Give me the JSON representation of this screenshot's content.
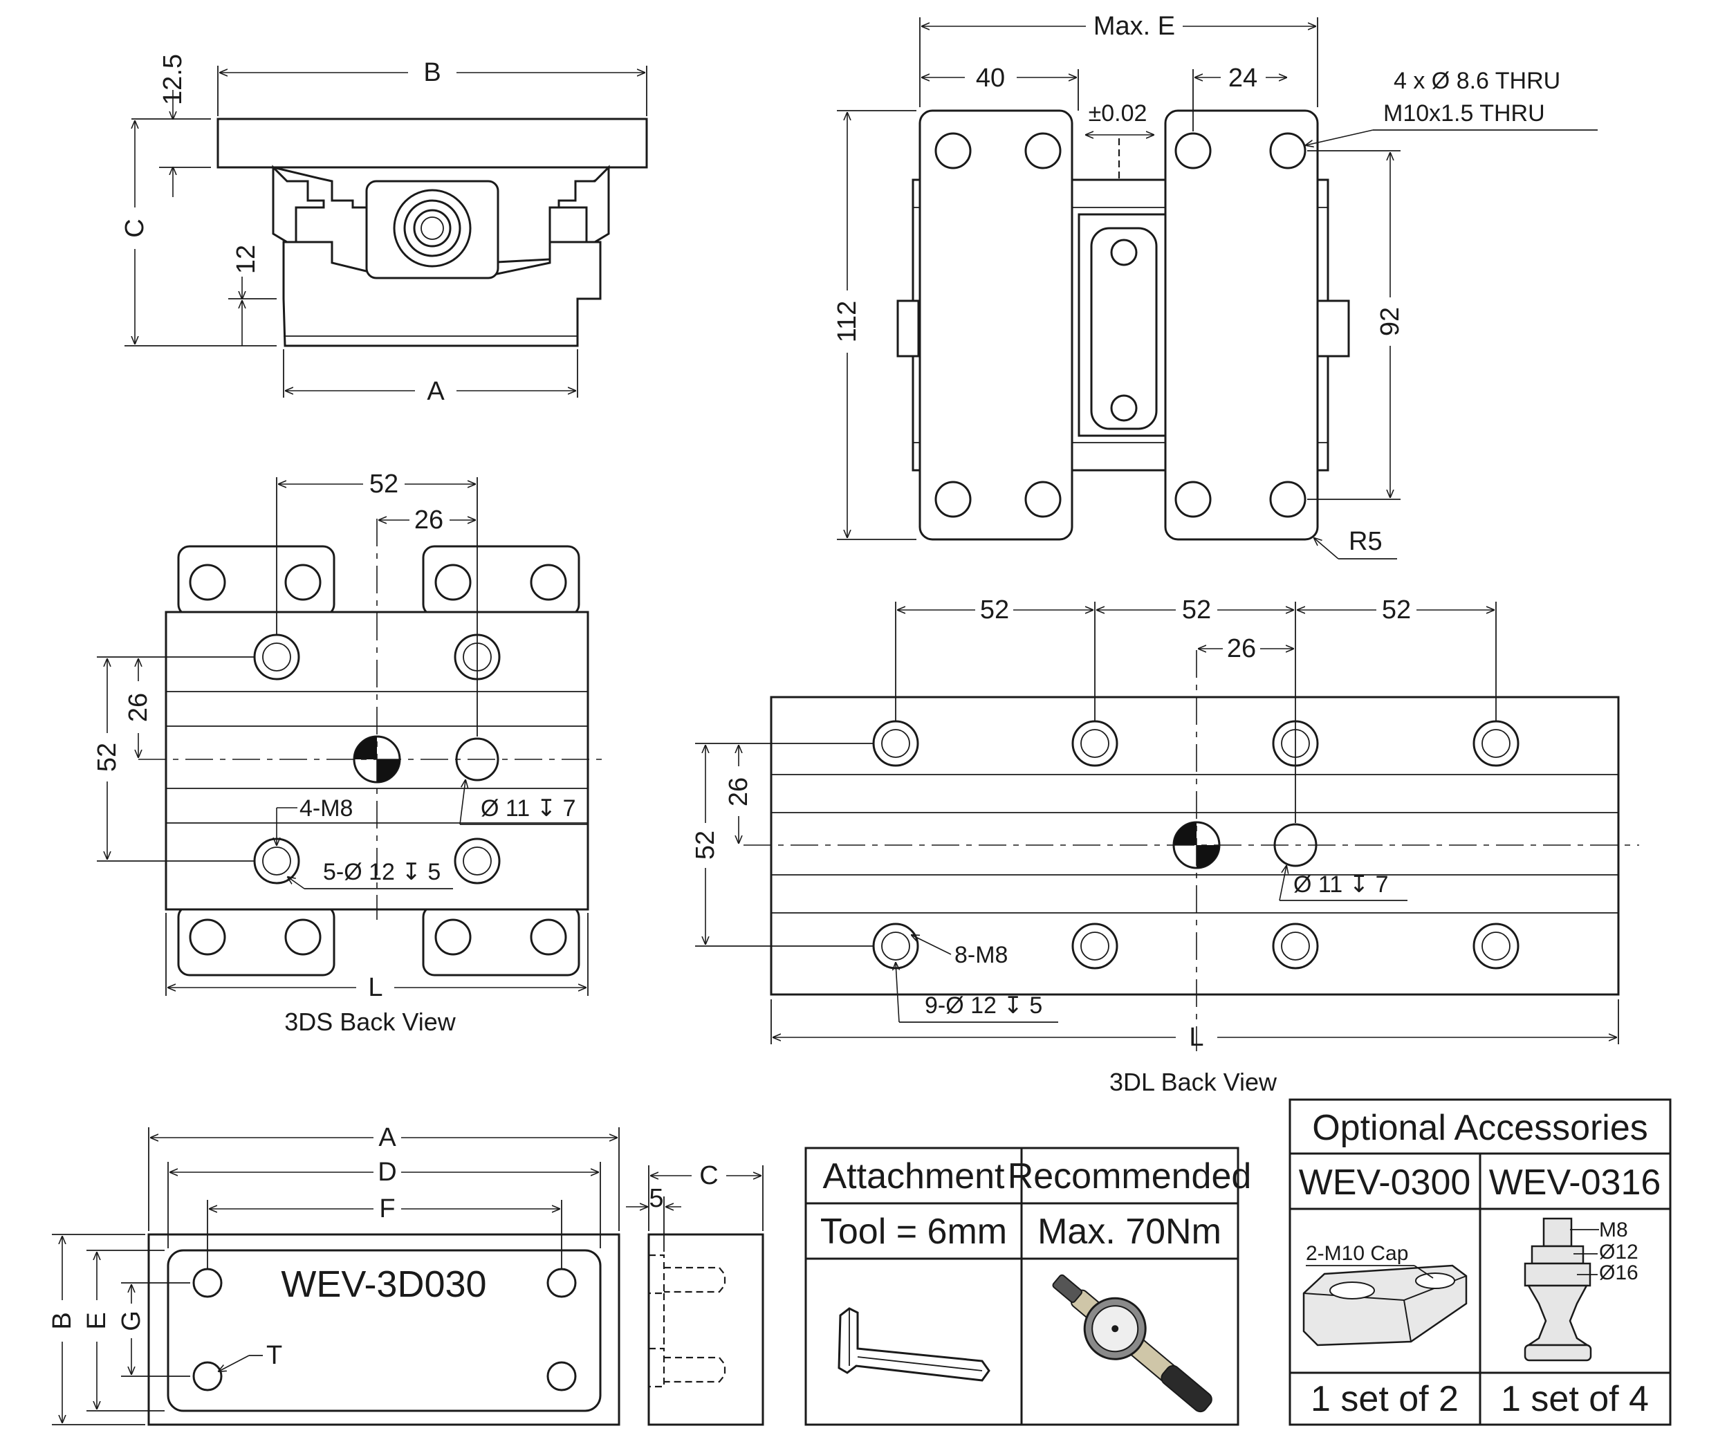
{
  "top_left_view": {
    "labels": {
      "b": "B",
      "c": "C",
      "a": "A",
      "d12_5": "12.5",
      "d12": "12"
    }
  },
  "top_right_view": {
    "labels": {
      "max_e": "Max. E",
      "d40": "40",
      "d24": "24",
      "tol": "±0.02",
      "holes_1": "4 x Ø  8.6 THRU",
      "holes_2": "M10x1.5 THRU",
      "d112": "112",
      "d92": "92",
      "r5": "R5"
    }
  },
  "ds_back_view": {
    "caption": "3DS Back View",
    "labels": {
      "d52_top": "52",
      "d26_top": "26",
      "d26_left": "26",
      "d52_left": "52",
      "m8": "4-M8",
      "bore": "Ø 11 ↧ 7",
      "cbore": "5-Ø 12 ↧ 5",
      "l": "L"
    }
  },
  "dl_back_view": {
    "caption": "3DL Back View",
    "labels": {
      "d52_a": "52",
      "d52_b": "52",
      "d52_c": "52",
      "d26_top": "26",
      "d26_left": "26",
      "d52_left": "52",
      "bore": "Ø 11 ↧ 7",
      "m8": "8-M8",
      "cbore": "9-Ø 12 ↧ 5",
      "l": "L"
    }
  },
  "plate_view": {
    "serial": "WEV-3D030",
    "labels": {
      "a": "A",
      "d": "D",
      "f": "F",
      "b": "B",
      "e": "E",
      "g": "G",
      "t": "T",
      "c": "C",
      "d5": "5"
    }
  },
  "attachment_table": {
    "headers": [
      "Attachment",
      "Recommended"
    ],
    "values": [
      "Tool = 6mm",
      "Max. 70Nm"
    ],
    "images": [
      "hex-key-icon",
      "torque-wrench-icon"
    ]
  },
  "accessories_table": {
    "title": "Optional Accessories",
    "headers": [
      "WEV-0300",
      "WEV-0316"
    ],
    "notes": {
      "cap": "2-M10 Cap",
      "m8": "M8",
      "d12": "Ø12",
      "d16": "Ø16"
    },
    "quantities": [
      "1 set of 2",
      "1 set of 4"
    ]
  }
}
